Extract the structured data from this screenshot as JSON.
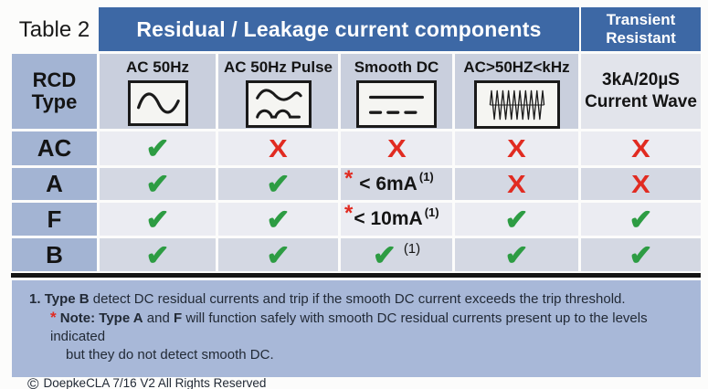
{
  "header": {
    "table_label": "Table 2",
    "title": "Residual / Leakage current components",
    "transient_line1": "Transient",
    "transient_line2": "Resistant"
  },
  "columns": {
    "rcd_line1": "RCD",
    "rcd_line2": "Type",
    "ac50": "AC 50Hz",
    "pulse": "AC 50Hz Pulse",
    "smooth_dc": "Smooth DC",
    "high_freq": "AC>50HZ<kHz",
    "transient_line1": "3kA/20µS",
    "transient_line2": "Current Wave"
  },
  "icons": {
    "ac50": "sine-wave-icon",
    "pulse": "pulsating-wave-icon",
    "smooth_dc": "smooth-dc-lines-icon",
    "high_freq": "high-frequency-wave-icon"
  },
  "grid": {
    "marks": {
      "check": "✔",
      "cross": "X",
      "asterisk": "*"
    },
    "rows": [
      {
        "label": "AC",
        "cells": [
          {
            "t": "check"
          },
          {
            "t": "cross"
          },
          {
            "t": "cross"
          },
          {
            "t": "cross"
          },
          {
            "t": "cross"
          }
        ]
      },
      {
        "label": "A",
        "cells": [
          {
            "t": "check"
          },
          {
            "t": "check"
          },
          {
            "t": "limit",
            "text": "< 6mA",
            "sup": "(1)"
          },
          {
            "t": "cross"
          },
          {
            "t": "cross"
          }
        ]
      },
      {
        "label": "F",
        "cells": [
          {
            "t": "check"
          },
          {
            "t": "check"
          },
          {
            "t": "limit",
            "text": "< 10mA",
            "sup": "(1)"
          },
          {
            "t": "check"
          },
          {
            "t": "check"
          }
        ]
      },
      {
        "label": "B",
        "cells": [
          {
            "t": "check"
          },
          {
            "t": "check"
          },
          {
            "t": "checknote",
            "sup": "(1)"
          },
          {
            "t": "check"
          },
          {
            "t": "check"
          }
        ]
      }
    ]
  },
  "footnotes": {
    "fn1_num": "1.",
    "fn1_bold": "Type B",
    "fn1_rest": "  detect DC residual currents and trip if the smooth DC current exceeds the trip threshold.",
    "note_asterisk": "*",
    "note_bold1": "Note: Type A",
    "note_mid": "  and ",
    "note_bold2": "F",
    "note_rest": " will function safely with smooth DC residual currents present up to the levels indicated",
    "note_line2": "but they do not detect smooth DC.",
    "copyright_symbol": "©",
    "copyright_text": "DoepkeCLA 7/16 V2 All Rights Reserved"
  },
  "colors": {
    "header_blue": "#3d68a5",
    "label_cell_blue": "#a3b4d3",
    "column_header_bg": "#c9cfdd",
    "transient_header_bg": "#e2e4eb",
    "row_light": "#ebecf2",
    "row_dark": "#d4d8e3",
    "footer_bg": "#a8b8d8",
    "check_green": "#2d9c43",
    "cross_red": "#e12b21"
  }
}
